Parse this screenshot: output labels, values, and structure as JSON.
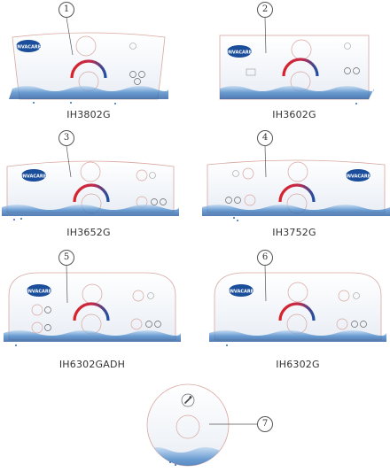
{
  "brand": "INVACARE",
  "panels": [
    {
      "id": 1,
      "callout": "1",
      "model": "IH3802G"
    },
    {
      "id": 2,
      "callout": "2",
      "model": "IH3602G"
    },
    {
      "id": 3,
      "callout": "3",
      "model": "IH3652G"
    },
    {
      "id": 4,
      "callout": "4",
      "model": "IH3752G"
    },
    {
      "id": 5,
      "callout": "5",
      "model": "IH6302GADH"
    },
    {
      "id": 6,
      "callout": "6",
      "model": "IH6302G"
    },
    {
      "id": 7,
      "callout": "7",
      "model": ""
    }
  ],
  "colors": {
    "outline": "#d8a6a0",
    "water": "#2d6fb8",
    "dial_red": "#d8232a",
    "dial_blue": "#1f4fa3",
    "badge": "#1a4d9a"
  }
}
